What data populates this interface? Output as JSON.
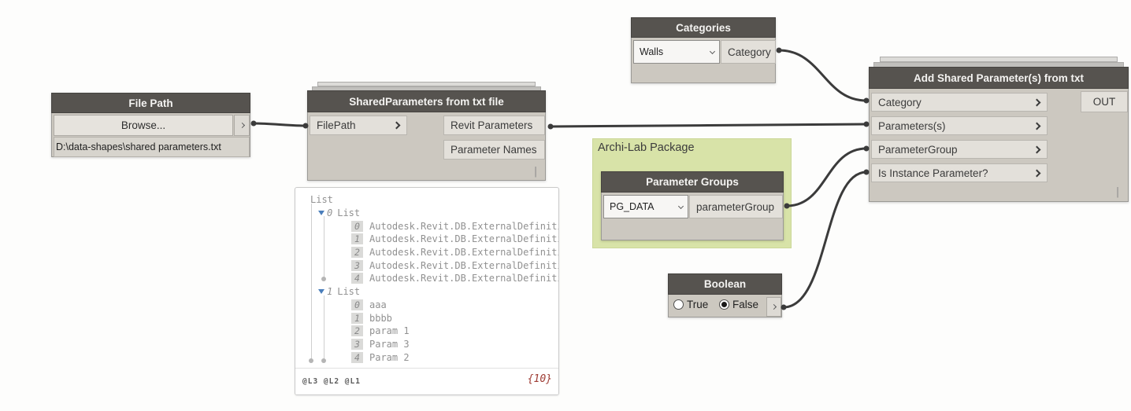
{
  "colors": {
    "canvas_bg": "#fdfdfc",
    "node_title_bar": "#56534F",
    "node_body": "#CCC8C0",
    "port_row": "#E3E0DA",
    "wire": "#3b3b3b",
    "group_bg": "#D8E3A8",
    "expander_triangle": "#4a7ebb",
    "count_badge_text": "#9E3B33"
  },
  "nodes": {
    "file_path": {
      "title": "File Path",
      "browse_button": "Browse...",
      "path_value": "D:\\data-shapes\\shared parameters.txt"
    },
    "shared_parameters": {
      "title": "SharedParameters from txt file",
      "input": "FilePath",
      "outputs": [
        "Revit Parameters",
        "Parameter Names"
      ],
      "preview_toggle": "|"
    },
    "categories": {
      "title": "Categories",
      "selected_value": "Walls",
      "output": "Category"
    },
    "add_shared_parameters": {
      "title": "Add Shared Parameter(s) from txt",
      "inputs": [
        "Category",
        "Parameters(s)",
        "ParameterGroup",
        "Is Instance Parameter?"
      ],
      "output": "OUT",
      "preview_toggle": "|"
    },
    "parameter_groups": {
      "title": "Parameter Groups",
      "selected_value": "PG_DATA",
      "output": "parameterGroup"
    },
    "boolean": {
      "title": "Boolean",
      "option_true": "True",
      "option_false": "False",
      "selected_option": "False"
    }
  },
  "group": {
    "label": "Archi-Lab Package"
  },
  "watch_bubble": {
    "root_label": "List",
    "sublists": [
      {
        "index": "0",
        "label": "List",
        "items": [
          {
            "index": "0",
            "value": "Autodesk.Revit.DB.ExternalDefiniti"
          },
          {
            "index": "1",
            "value": "Autodesk.Revit.DB.ExternalDefiniti"
          },
          {
            "index": "2",
            "value": "Autodesk.Revit.DB.ExternalDefiniti"
          },
          {
            "index": "3",
            "value": "Autodesk.Revit.DB.ExternalDefiniti"
          },
          {
            "index": "4",
            "value": "Autodesk.Revit.DB.ExternalDefiniti"
          }
        ]
      },
      {
        "index": "1",
        "label": "List",
        "items": [
          {
            "index": "0",
            "value": "aaa"
          },
          {
            "index": "1",
            "value": "bbbb"
          },
          {
            "index": "2",
            "value": "param 1"
          },
          {
            "index": "3",
            "value": "Param 3"
          },
          {
            "index": "4",
            "value": "Param 2"
          }
        ]
      }
    ],
    "lacing_levels": "@L3 @L2 @L1",
    "item_count": "{10}"
  },
  "wires": [
    {
      "from": "File Path.output",
      "to": "SharedParameters from txt file.FilePath"
    },
    {
      "from": "SharedParameters from txt file.Revit Parameters",
      "to": "Add Shared Parameter(s) from txt.Parameters(s)"
    },
    {
      "from": "Categories.Category",
      "to": "Add Shared Parameter(s) from txt.Category"
    },
    {
      "from": "Parameter Groups.parameterGroup",
      "to": "Add Shared Parameter(s) from txt.ParameterGroup"
    },
    {
      "from": "Boolean.output",
      "to": "Add Shared Parameter(s) from txt.Is Instance Parameter?"
    }
  ]
}
